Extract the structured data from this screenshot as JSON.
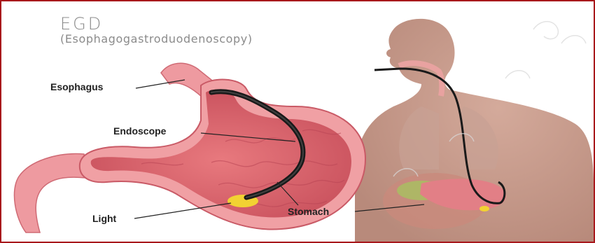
{
  "header": {
    "title": "EGD",
    "subtitle": "(Esophagogastroduodenoscopy)"
  },
  "labels": {
    "esophagus": "Esophagus",
    "endoscope": "Endoscope",
    "light": "Light",
    "stomach": "Stomach"
  },
  "colors": {
    "frame_border": "#a8181c",
    "stomach_tissue": "#e9868a",
    "stomach_inner": "#d9606a",
    "body_silhouette": "#c29788",
    "endoscope": "#1a1a1a",
    "light": "#f2d232"
  }
}
